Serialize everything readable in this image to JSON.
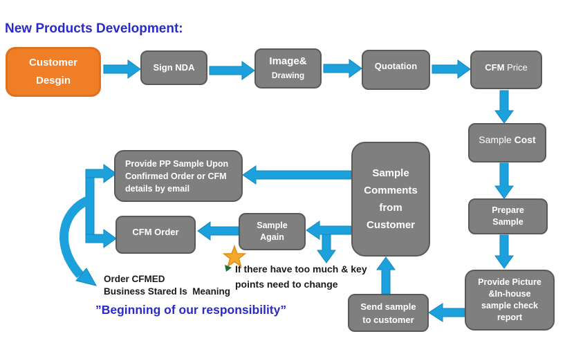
{
  "title": "New Products Development:",
  "colors": {
    "title_blue": "#2a2ac8",
    "arrow_blue": "#1da1dc",
    "box_gray": "#7f7f7f",
    "box_border_gray": "#595959",
    "customer_orange": "#f07e26",
    "star_gold": "#f5a92c",
    "triangle_green": "#1b6e3c"
  },
  "nodes": {
    "customer_design": {
      "lines": [
        "Customer",
        "Desgin"
      ]
    },
    "sign_nda": {
      "label": "Sign NDA"
    },
    "image_drawing": {
      "line1": "Image&",
      "line2": "Drawing"
    },
    "quotation": {
      "label": "Quotation"
    },
    "cfm_price": {
      "strong": "CFM",
      "normal": " Price"
    },
    "sample_cost": {
      "normal": "Sample ",
      "strong": "Cost"
    },
    "prepare_sample": {
      "lines": [
        "Prepare",
        "Sample"
      ]
    },
    "provide_picture": {
      "lines": [
        "Provide Picture",
        "&In-house",
        "sample check",
        "report"
      ]
    },
    "send_sample": {
      "lines": [
        "Send sample",
        "to customer"
      ]
    },
    "sample_comments": {
      "lines": [
        "Sample",
        "Comments",
        "from",
        "Customer"
      ]
    },
    "provide_pp_sample": {
      "lines": [
        "Provide PP Sample Upon",
        "Confirmed Order or CFM",
        "details by email"
      ]
    },
    "cfm_order": {
      "label": "CFM Order"
    },
    "sample_again": {
      "lines": [
        "Sample",
        "Again"
      ]
    }
  },
  "annotations": {
    "change_note": {
      "lines": [
        "If there have too much & key",
        "points need to change"
      ]
    },
    "order_note": {
      "lines": [
        "Order CFMED",
        "Business Stared Is  Meaning"
      ]
    },
    "responsibility": "”Beginning of our responsibility”"
  },
  "icons": {
    "star": "gold-star-icon",
    "pointer": "green-triangle-icon"
  }
}
